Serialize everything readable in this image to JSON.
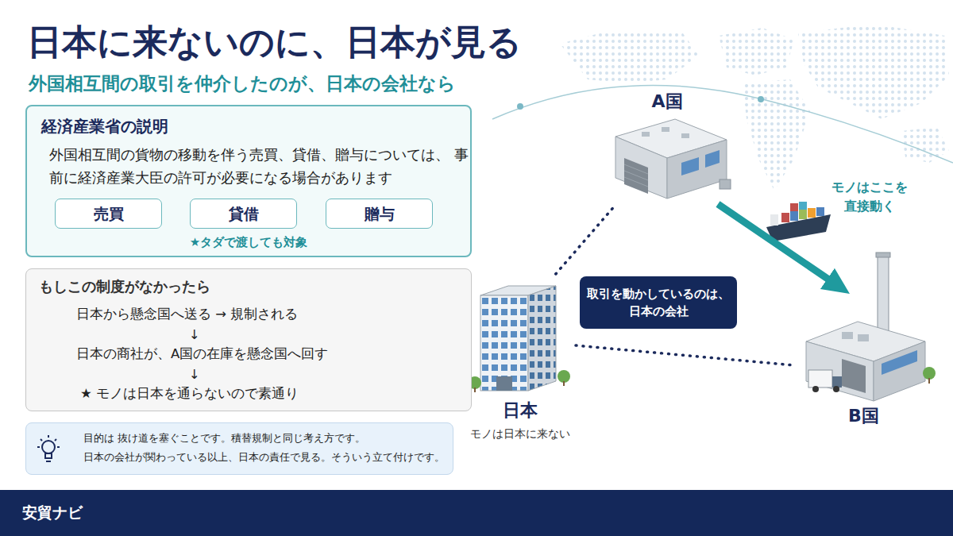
{
  "diagram": {
    "title": "日本に来ないのに、日本が見る",
    "nodes": [
      {
        "text": [
          "経済産業省の説明",
          "外国相互間の貨物の移動を伴う売買、貸借、贈与については、 事前に経済産業大臣の許可が必要になる場合があります",
          "★タダで渡しても対象"
        ]
      },
      {
        "text": [
          "売買"
        ],
        "in": 0
      },
      {
        "text": [
          "貸借"
        ],
        "in": 0
      },
      {
        "text": [
          "贈与"
        ],
        "in": 0
      },
      {
        "text": [
          "もしこの制度がなかったら",
          "日本から懸念国へ送る → 規制される",
          "↓",
          "日本の商社が、A国の在庫を懸念国へ回す",
          "↓",
          "★ モノは日本を通らないので素通り"
        ]
      },
      {
        "text": [
          "目的は 抜け道を塞ぐことです。積替規制と同じ考え方です。",
          "日本の会社が関わっている以上、日本の責任で見る。そういう立て付けです。"
        ]
      },
      {
        "text": [
          "A国"
        ]
      },
      {
        "text": [
          "取引を動かしているのは、 日本の会社"
        ]
      },
      {
        "text": [
          "日本",
          "モノは日本に来ない"
        ]
      },
      {
        "text": [
          "B国"
        ]
      },
      {
        "text": [
          "安貿ナビ"
        ]
      }
    ],
    "edges": [
      {
        "from": 8,
        "to": 6,
        "arrow": "none"
      },
      {
        "from": 8,
        "to": 9,
        "arrow": "none"
      },
      {
        "from": 6,
        "to": 9,
        "arrow": "to",
        "label": "モノはここを 直接動く"
      }
    ],
    "labels": [
      "外国相互間の取引を仲介したのが、日本の会社なら"
    ]
  }
}
